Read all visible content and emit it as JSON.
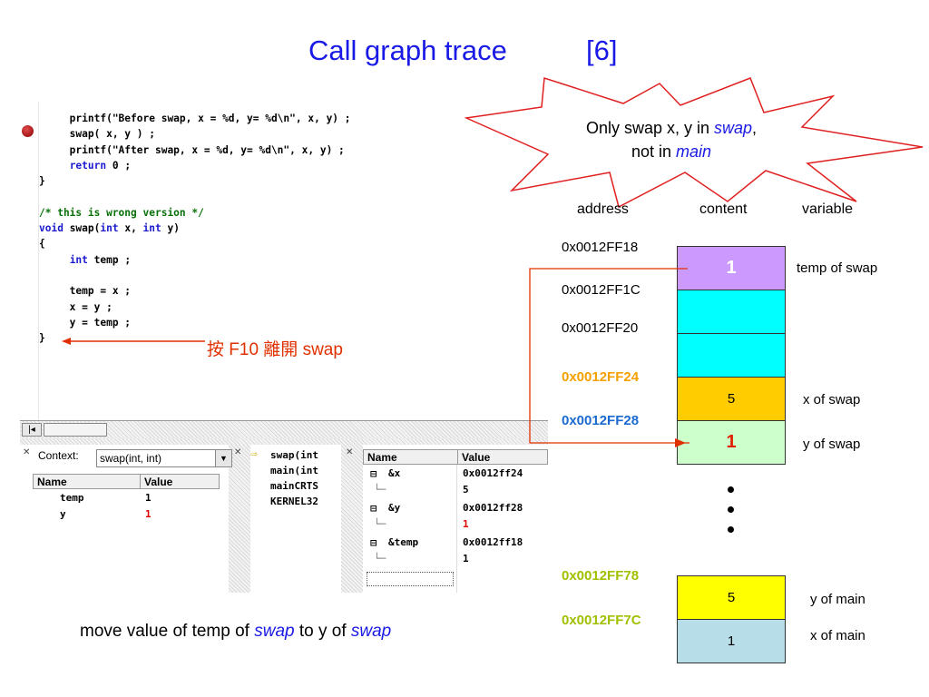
{
  "title": {
    "main": "Call graph trace",
    "ref": "[6]"
  },
  "editor": {
    "code": [
      "     printf(\"Before swap, x = %d, y= %d\\n\", x, y) ;",
      "     swap( x, y ) ;",
      "     printf(\"After swap, x = %d, y= %d\\n\", x, y) ;",
      "     return 0 ;",
      "}",
      "",
      "/* this is wrong version */",
      "void swap(int x, int y)",
      "{",
      "     int temp ;",
      "",
      "     temp = x ;",
      "     x = y ;",
      "     y = temp ;",
      "}"
    ]
  },
  "annotation": {
    "f10": "按 F10 離開 swap"
  },
  "variables_pane": {
    "context_label": "Context:",
    "context_value": "swap(int, int)",
    "headers": [
      "Name",
      "Value"
    ],
    "rows": [
      {
        "name": "temp",
        "value": "1"
      },
      {
        "name": "y",
        "value": "1"
      }
    ]
  },
  "callstack_pane": {
    "items": [
      "swap(int",
      "main(int",
      "mainCRTS",
      "KERNEL32"
    ]
  },
  "watch_pane": {
    "headers": [
      "Name",
      "Value"
    ],
    "rows": [
      {
        "name": "&x",
        "value": "0x0012ff24",
        "child": "5"
      },
      {
        "name": "&y",
        "value": "0x0012ff28",
        "child": "1"
      },
      {
        "name": "&temp",
        "value": "0x0012ff18",
        "child": "1"
      }
    ]
  },
  "callout": {
    "line1a": "Only swap x, y in ",
    "line1b": "swap",
    "line1c": ",",
    "line2a": "not in ",
    "line2b": "main"
  },
  "memory": {
    "headers": {
      "address": "address",
      "content": "content",
      "variable": "variable"
    },
    "addresses": [
      "0x0012FF18",
      "0x0012FF1C",
      "0x0012FF20",
      "0x0012FF24",
      "0x0012FF28",
      "0x0012FF78",
      "0x0012FF7C"
    ],
    "cells": [
      "1",
      "",
      "",
      "5",
      "1",
      "5",
      "1"
    ],
    "variables": [
      "temp of swap",
      "x of swap",
      "y of swap",
      "y of main",
      "x of main"
    ],
    "colors": {
      "temp": "#cc99ff",
      "cyan": "#00ffff",
      "orange": "#ffcc00",
      "green": "#ccffcc",
      "yellow": "#ffff00",
      "lightblue": "#b7dee8"
    }
  },
  "caption": {
    "a": "move value of temp of ",
    "b": "swap",
    "c": " to y of ",
    "d": "swap"
  }
}
